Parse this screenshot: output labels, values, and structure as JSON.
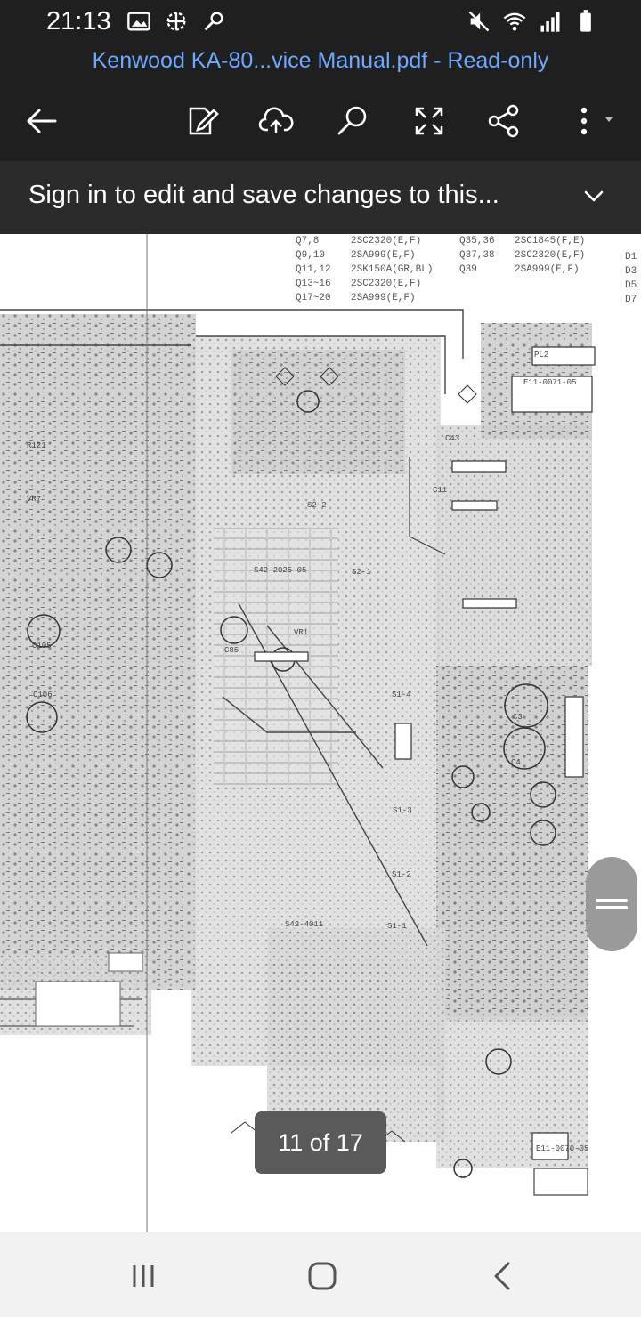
{
  "status_bar": {
    "time": "21:13",
    "left_icons": [
      "gallery-icon",
      "vpn-icon",
      "key-icon"
    ],
    "right_icons": [
      "mute-icon",
      "wifi-icon",
      "signal-icon",
      "battery-icon"
    ]
  },
  "document": {
    "title": "Kenwood KA-80...vice Manual.pdf - Read-only"
  },
  "toolbar": {
    "icons": [
      "back-arrow-icon",
      "edit-pen-icon",
      "cloud-upload-icon",
      "search-icon",
      "fullscreen-icon",
      "share-icon",
      "more-options-icon"
    ]
  },
  "signin_banner": {
    "text": "Sign in to edit and save changes to this...",
    "icon": "chevron-down-icon"
  },
  "schematic_legend": {
    "col1": "Q7,8\nQ9,10\nQ11,12\nQ13~16\nQ17~20",
    "col2": "2SC2320(E,F)\n2SA999(E,F)\n2SK150A(GR,BL)\n2SC2320(E,F)\n2SA999(E,F)",
    "col3": "Q35,36\nQ37,38\nQ39",
    "col4": "2SC1845(F,E)\n2SC2320(E,F)\n2SA999(E,F)",
    "col5": "D1\nD3\nD5\nD7"
  },
  "viewer": {
    "page_indicator": "11 of 17",
    "current_page": 11,
    "total_pages": 17
  },
  "nav_bar": {
    "icons": [
      "recent-apps-icon",
      "home-icon",
      "back-icon"
    ]
  },
  "colors": {
    "background": "#1f1f1f",
    "title": "#6ea8ff",
    "banner": "#2b2b2b",
    "page": "#ffffff",
    "nav_bar": "#f2f2f2"
  }
}
